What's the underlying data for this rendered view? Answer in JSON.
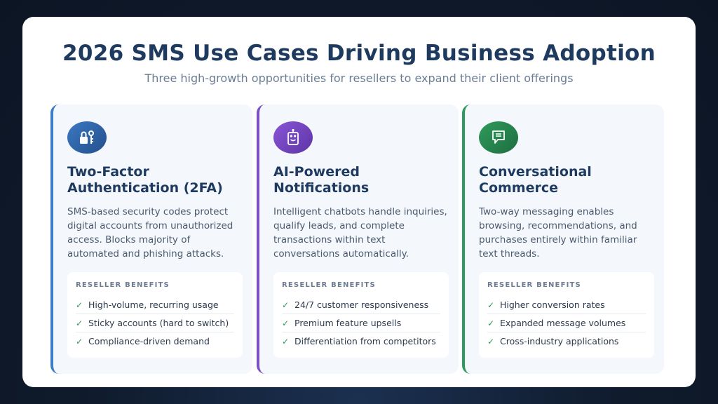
{
  "header": {
    "title": "2026 SMS Use Cases Driving Business Adoption",
    "subtitle": "Three high-growth opportunities for resellers to expand their client offerings"
  },
  "columns": [
    {
      "icon": "lock-key-icon",
      "accent": "#3a7dc8",
      "title": "Two-Factor Authentication (2FA)",
      "description": "SMS-based security codes protect digital accounts from unauthorized access. Blocks majority of automated and phishing attacks.",
      "benefits_heading": "RESELLER BENEFITS",
      "benefits": [
        "High-volume, recurring usage",
        "Sticky accounts (hard to switch)",
        "Compliance-driven demand"
      ]
    },
    {
      "icon": "robot-icon",
      "accent": "#7c4fc4",
      "title": "AI-Powered Notifications",
      "description": "Intelligent chatbots handle inquiries, qualify leads, and complete transactions within text conversations automatically.",
      "benefits_heading": "RESELLER BENEFITS",
      "benefits": [
        "24/7 customer responsiveness",
        "Premium feature upsells",
        "Differentiation from competitors"
      ]
    },
    {
      "icon": "chat-bubble-icon",
      "accent": "#2f9a5c",
      "title": "Conversational Commerce",
      "description": "Two-way messaging enables browsing, recommendations, and purchases entirely within familiar text threads.",
      "benefits_heading": "RESELLER BENEFITS",
      "benefits": [
        "Higher conversion rates",
        "Expanded message volumes",
        "Cross-industry applications"
      ]
    }
  ],
  "check_glyph": "✓"
}
